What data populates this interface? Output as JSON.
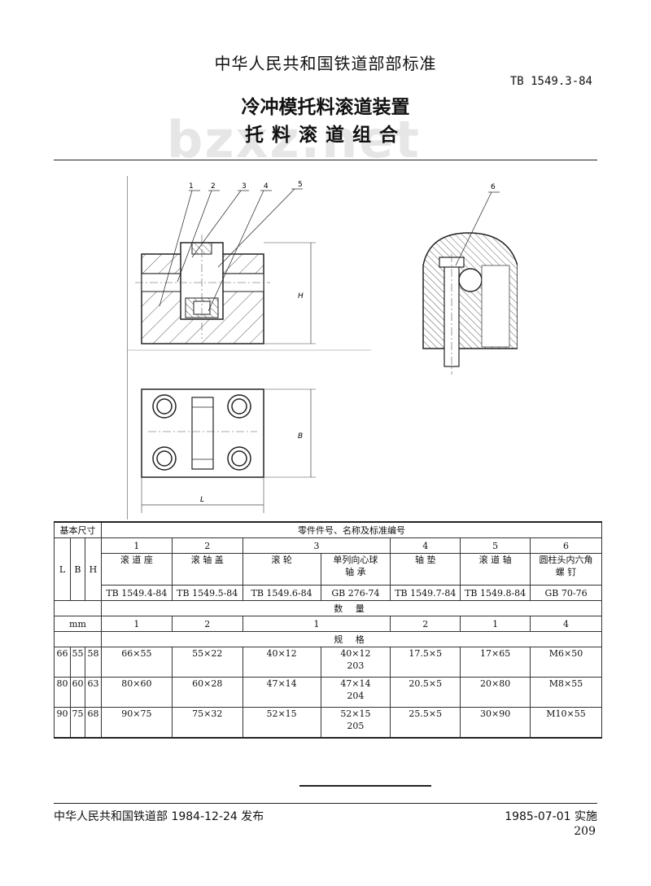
{
  "header": {
    "organization": "中华人民共和国铁道部部标准",
    "standard_code": "TB 1549.3-84",
    "title_line1": "冷冲模托料滚道装置",
    "title_line2": "托料滚道组合",
    "watermark": "bzxz.net"
  },
  "drawing": {
    "callouts": [
      "1",
      "2",
      "3",
      "4",
      "5",
      "6"
    ],
    "dim_H": "H",
    "dim_B": "B",
    "dim_L": "L"
  },
  "table": {
    "header_basic": "基本尺寸",
    "header_parts": "零件件号、名称及标准编号",
    "dims": [
      "L",
      "B",
      "H"
    ],
    "part_numbers": [
      "1",
      "2",
      "3",
      "",
      "4",
      "5",
      "6"
    ],
    "part_names": [
      [
        "滚 道 座",
        ""
      ],
      [
        "滚 轴 盖",
        ""
      ],
      [
        "滚 轮",
        ""
      ],
      [
        "单列向心球",
        "轴 承"
      ],
      [
        "轴 垫",
        ""
      ],
      [
        "滚 道 轴",
        ""
      ],
      [
        "圆柱头内六角",
        "螺 钉"
      ]
    ],
    "part_standards": [
      "TB 1549.4-84",
      "TB 1549.5-84",
      "TB 1549.6-84",
      "GB 276-74",
      "TB 1549.7-84",
      "TB 1549.8-84",
      "GB 70-76"
    ],
    "label_quantity": "数 量",
    "unit": "mm",
    "quantities": [
      "1",
      "2",
      "1",
      "2",
      "1",
      "4"
    ],
    "label_spec": "规 格",
    "rows": [
      {
        "L": "66",
        "B": "55",
        "H": "58",
        "cells": [
          "66×55",
          "55×22",
          "40×12",
          "40×12",
          "17.5×5",
          "17×65",
          "M6×50"
        ],
        "bearing_no": "203"
      },
      {
        "L": "80",
        "B": "60",
        "H": "63",
        "cells": [
          "80×60",
          "60×28",
          "47×14",
          "47×14",
          "20.5×5",
          "20×80",
          "M8×55"
        ],
        "bearing_no": "204"
      },
      {
        "L": "90",
        "B": "75",
        "H": "68",
        "cells": [
          "90×75",
          "75×32",
          "52×15",
          "52×15",
          "25.5×5",
          "30×90",
          "M10×55"
        ],
        "bearing_no": "205"
      }
    ]
  },
  "footer": {
    "issuer": "中华人民共和国铁道部 1984-12-24 发布",
    "effective": "1985-07-01 实施",
    "page_number": "209"
  }
}
